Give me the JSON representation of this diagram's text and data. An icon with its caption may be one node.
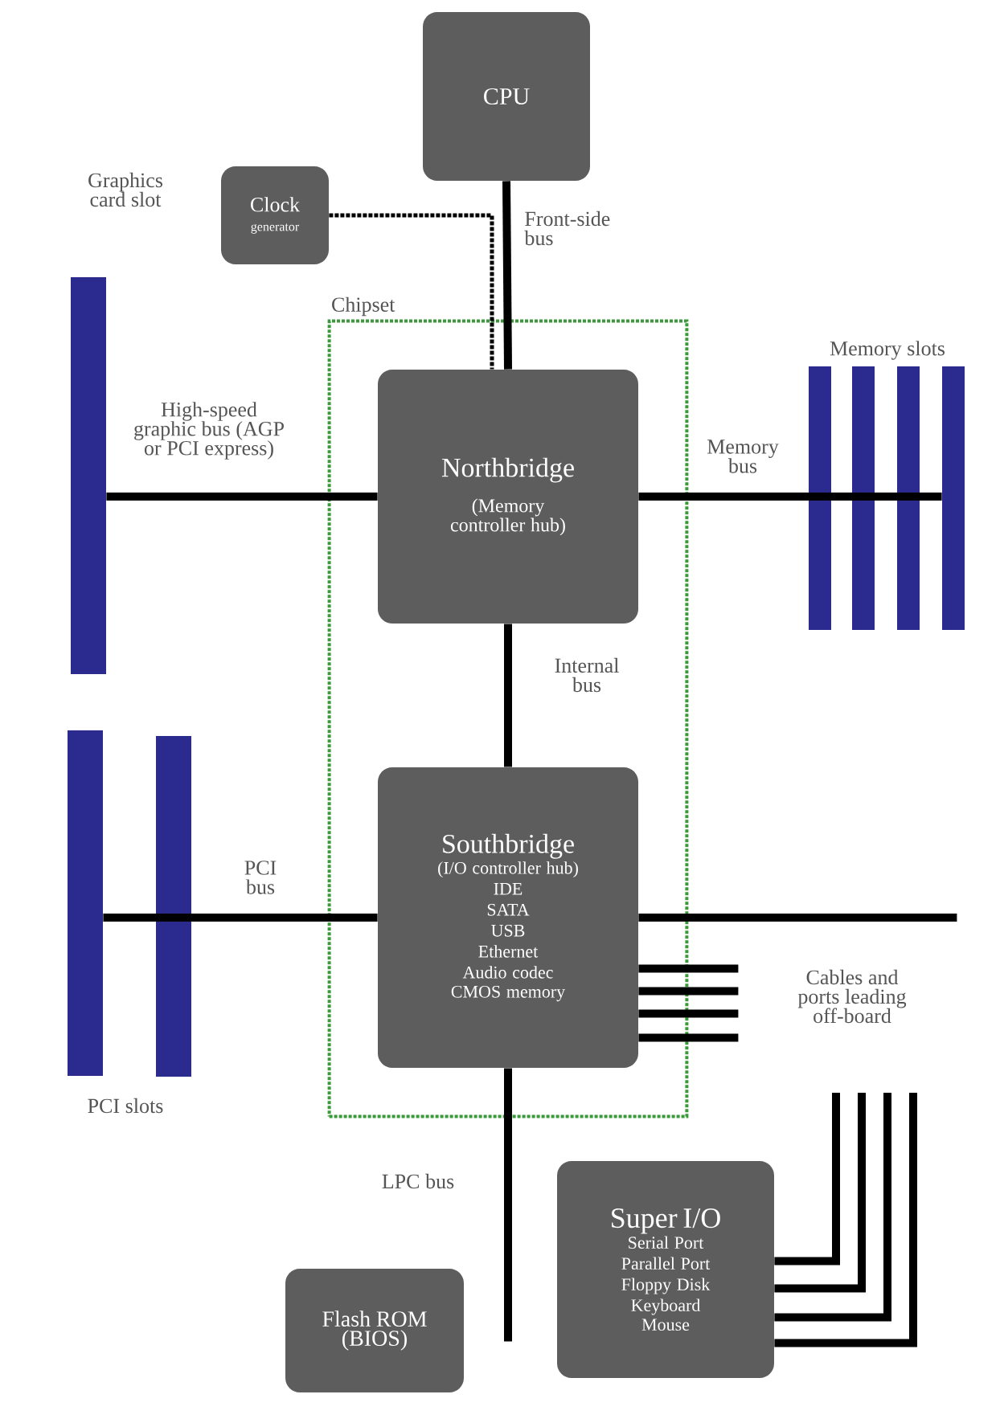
{
  "diagram": {
    "nodes": [
      {
        "text": [
          "CPU"
        ]
      },
      {
        "text": [
          "Clock",
          "generator"
        ]
      },
      {
        "text": [
          "Chipset"
        ]
      },
      {
        "text": [
          "Northbridge",
          "(Memory controller hub)"
        ],
        "in": 2
      },
      {
        "text": [
          "Southbridge",
          "(I/O controller hub)",
          "IDE",
          "SATA",
          "USB",
          "Ethernet",
          "Audio codec",
          "CMOS memory"
        ],
        "in": 2
      },
      {
        "text": [],
        "shape": "bar"
      },
      {
        "text": [],
        "shape": "bar"
      },
      {
        "text": [],
        "shape": "bar"
      },
      {
        "text": [],
        "shape": "bar"
      },
      {
        "text": [],
        "shape": "bar"
      },
      {
        "text": [],
        "shape": "bar"
      },
      {
        "text": [],
        "shape": "bar"
      },
      {
        "text": [
          "Super I/O",
          "Serial Port",
          "Parallel Port",
          "Floppy Disk",
          "Keyboard",
          "Mouse"
        ]
      },
      {
        "text": [
          "Flash ROM (BIOS)"
        ]
      }
    ],
    "edges": [
      {
        "from": 0,
        "to": 3,
        "arrow": "none",
        "label": "Front-side bus"
      },
      {
        "from": 1,
        "to": 3,
        "arrow": "none",
        "style": "dashed"
      },
      {
        "from": 5,
        "to": 3,
        "arrow": "none",
        "label": "High-speed graphic bus (AGP or PCI express)"
      },
      {
        "from": 3,
        "to": 6,
        "arrow": "none",
        "label": "Memory bus"
      },
      {
        "from": 3,
        "to": 7,
        "arrow": "none"
      },
      {
        "from": 3,
        "to": 8,
        "arrow": "none"
      },
      {
        "from": 3,
        "to": 9,
        "arrow": "none"
      },
      {
        "from": 3,
        "to": 4,
        "arrow": "none",
        "label": "Internal bus"
      },
      {
        "from": 4,
        "to": 10,
        "arrow": "none",
        "label": "PCI bus"
      },
      {
        "from": 4,
        "to": 11,
        "arrow": "none"
      },
      {
        "from": 4,
        "to": null,
        "arrow": "none"
      },
      {
        "from": 4,
        "to": null,
        "arrow": "none"
      },
      {
        "from": 4,
        "to": null,
        "arrow": "none"
      },
      {
        "from": 4,
        "to": null,
        "arrow": "none"
      },
      {
        "from": 4,
        "to": null,
        "arrow": "none"
      },
      {
        "from": 4,
        "to": null,
        "arrow": "none",
        "label": "LPC bus"
      },
      {
        "from": 12,
        "to": null,
        "arrow": "none"
      },
      {
        "from": 12,
        "to": null,
        "arrow": "none"
      },
      {
        "from": 12,
        "to": null,
        "arrow": "none"
      },
      {
        "from": 12,
        "to": null,
        "arrow": "none"
      }
    ],
    "labels": [
      "Graphics card slot",
      "Memory slots",
      "PCI slots",
      "Cables and ports leading off-board"
    ]
  }
}
